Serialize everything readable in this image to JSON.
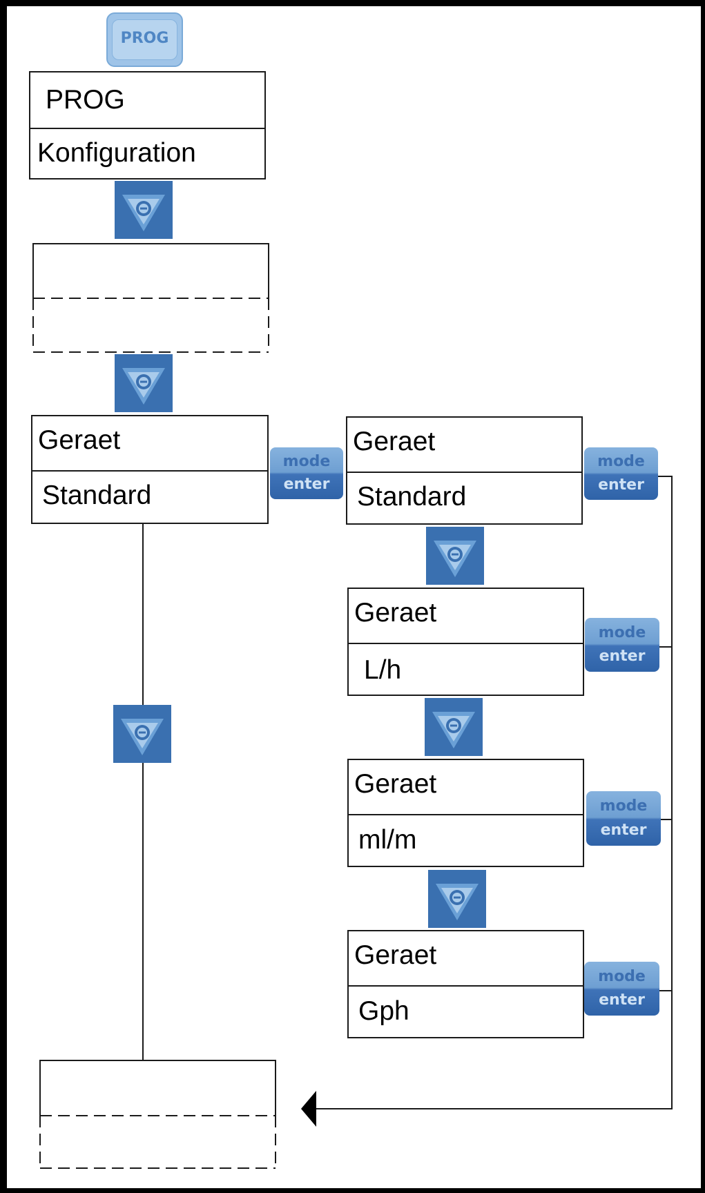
{
  "buttons": {
    "prog_label": "PROG",
    "mode_label": "mode",
    "enter_label": "enter"
  },
  "top_box": {
    "line1": "PROG",
    "line2": "Konfiguration"
  },
  "left_box": {
    "line1": "Geraet",
    "line2": "Standard"
  },
  "options": [
    {
      "line1": "Geraet",
      "line2": "Standard"
    },
    {
      "line1": "Geraet",
      "line2": "L/h"
    },
    {
      "line1": "Geraet",
      "line2": "ml/m"
    },
    {
      "line1": "Geraet",
      "line2": "Gph"
    }
  ],
  "colors": {
    "button_blue": "#3a70b0",
    "button_light": "#9fc4e8",
    "line": "#1a1a1a"
  },
  "icons": [
    "prog-button-icon",
    "down-arrow-button-icon",
    "mode-enter-button-icon",
    "arrow-left-icon"
  ]
}
